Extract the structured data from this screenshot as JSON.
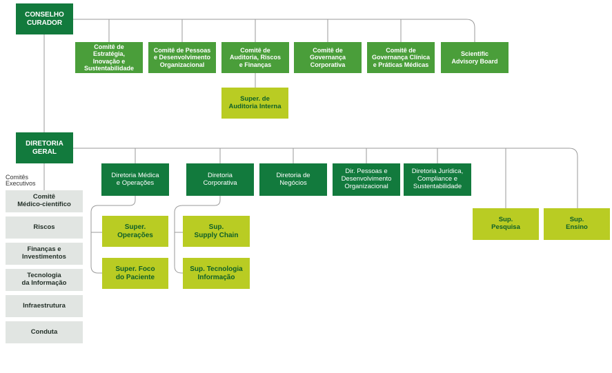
{
  "board": {
    "label": "CONSELHO\nCURADOR"
  },
  "board_committees": [
    {
      "id": "estrategia",
      "label": "Comitê de Estratégia,\nInovação e\nSustentabilidade"
    },
    {
      "id": "pessoas",
      "label": "Comitê de Pessoas\ne Desenvolvimento\nOrganizacional"
    },
    {
      "id": "auditoria",
      "label": "Comitê de\nAuditoria, Riscos\ne  Finanças"
    },
    {
      "id": "governanca",
      "label": "Comitê de\nGovernança\nCorporativa"
    },
    {
      "id": "clinica",
      "label": "Comitê de\nGovernança Clínica\ne Práticas Médicas"
    },
    {
      "id": "advisory",
      "label": "Scientific\nAdvisory Board"
    }
  ],
  "audit_sub": {
    "label": "Super. de\nAuditoria Interna"
  },
  "general": {
    "label": "DIRETORIA\nGERAL"
  },
  "executive_label": "Comitês\nExecutivos",
  "executive_committees": [
    {
      "label": "Comitê\nMédico-científico"
    },
    {
      "label": "Riscos"
    },
    {
      "label": "Finanças e\nInvestimentos"
    },
    {
      "label": "Tecnologia\nda Informação"
    },
    {
      "label": "Infraestrutura"
    },
    {
      "label": "Conduta"
    }
  ],
  "directorates": [
    {
      "label": "Diretoria Médica\ne Operações"
    },
    {
      "label": "Diretoria\nCorporativa"
    },
    {
      "label": "Diretoria de\nNegócios"
    },
    {
      "label": "Dir. Pessoas e\nDesenvolvimento\nOrganizacional"
    },
    {
      "label": "Diretoria Jurídica,\nCompliance e\nSustentabilidade"
    }
  ],
  "medical_subs": [
    {
      "label": "Super.\nOperações"
    },
    {
      "label": "Super. Foco\ndo Paciente"
    }
  ],
  "corporate_subs": [
    {
      "label": "Sup.\nSupply Chain"
    },
    {
      "label": "Sup. Tecnologia\nInformação"
    }
  ],
  "research_units": [
    {
      "label": "Sup.\nPesquisa"
    },
    {
      "label": "Sup.\nEnsino"
    }
  ],
  "colors": {
    "dark_green": "#127a3d",
    "mid_green": "#4a9e3a",
    "lime": "#b9cc23",
    "grey": "#e1e5e2",
    "line": "#9a9a9a"
  }
}
